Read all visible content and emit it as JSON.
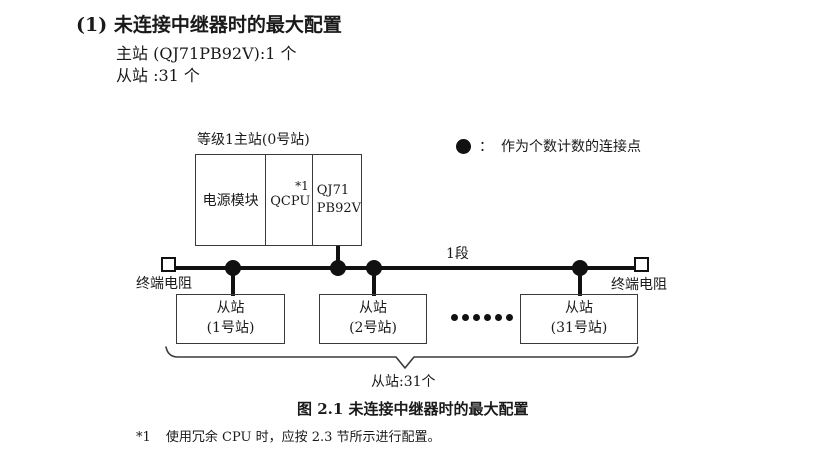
{
  "colors": {
    "ink": "#1a1a1a",
    "line": "#111111",
    "border": "#3a3a3a"
  },
  "header": {
    "heading": "(1) 未连接中继器时的最大配置",
    "master_count": "主站 (QJ71PB92V):1 个",
    "slave_count": "从站 :31 个"
  },
  "legend": {
    "symbol": "connection-point-dot",
    "colon": "：",
    "label": "作为个数计数的连接点"
  },
  "diagram": {
    "master_station_label": "等级1主站(0号站)",
    "master_box": {
      "power": "电源模块",
      "cpu": "QCPU",
      "cpu_note": "*1",
      "pb_line1": "QJ71",
      "pb_line2": "PB92V"
    },
    "segment_label": "1段",
    "left_terminator_label": "终端电阻",
    "right_terminator_label": "终端电阻",
    "slaves": [
      {
        "line1": "从站",
        "line2": "(1号站)"
      },
      {
        "line1": "从站",
        "line2": "(2号站)"
      },
      {
        "line1": "从站",
        "line2": "(31号站)"
      }
    ],
    "slave_total_label": "从站:31个"
  },
  "caption": "图 2.1 未连接中继器时的最大配置",
  "footnote": {
    "marker": "*1",
    "text": "使用冗余 CPU 时，应按 2.3 节所示进行配置。"
  }
}
